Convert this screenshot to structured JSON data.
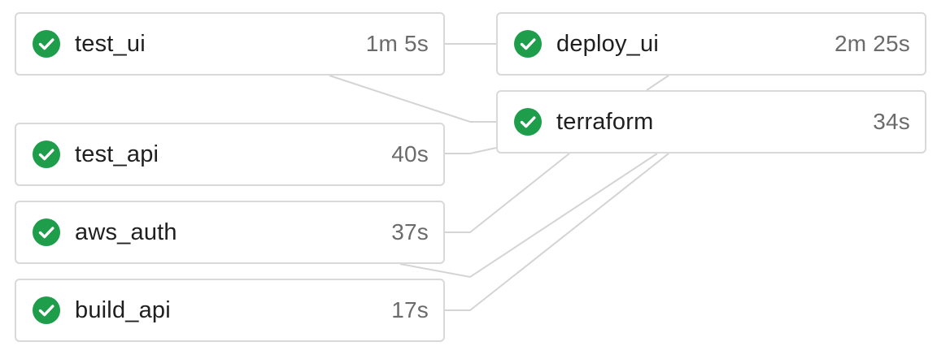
{
  "pipeline": {
    "jobs": [
      {
        "id": "test_ui",
        "name": "test_ui",
        "duration": "1m 5s",
        "status": "success"
      },
      {
        "id": "test_api",
        "name": "test_api",
        "duration": "40s",
        "status": "success"
      },
      {
        "id": "aws_auth",
        "name": "aws_auth",
        "duration": "37s",
        "status": "success"
      },
      {
        "id": "build_api",
        "name": "build_api",
        "duration": "17s",
        "status": "success"
      },
      {
        "id": "deploy_ui",
        "name": "deploy_ui",
        "duration": "2m 25s",
        "status": "success"
      },
      {
        "id": "terraform",
        "name": "terraform",
        "duration": "34s",
        "status": "success"
      }
    ],
    "dependencies": [
      {
        "from": "test_ui",
        "to": "deploy_ui"
      },
      {
        "from": "test_ui",
        "to": "terraform"
      },
      {
        "from": "test_api",
        "to": "terraform"
      },
      {
        "from": "aws_auth",
        "to": "terraform"
      },
      {
        "from": "aws_auth",
        "to": "terraform"
      },
      {
        "from": "build_api",
        "to": "terraform"
      }
    ]
  },
  "colors": {
    "success": "#1e9e4a",
    "border": "#d9d9d9",
    "edge": "#d4d4d4",
    "name_text": "#1f1f1f",
    "duration_text": "#6b6b6b"
  },
  "icons": {
    "success": "check-circle-icon"
  }
}
